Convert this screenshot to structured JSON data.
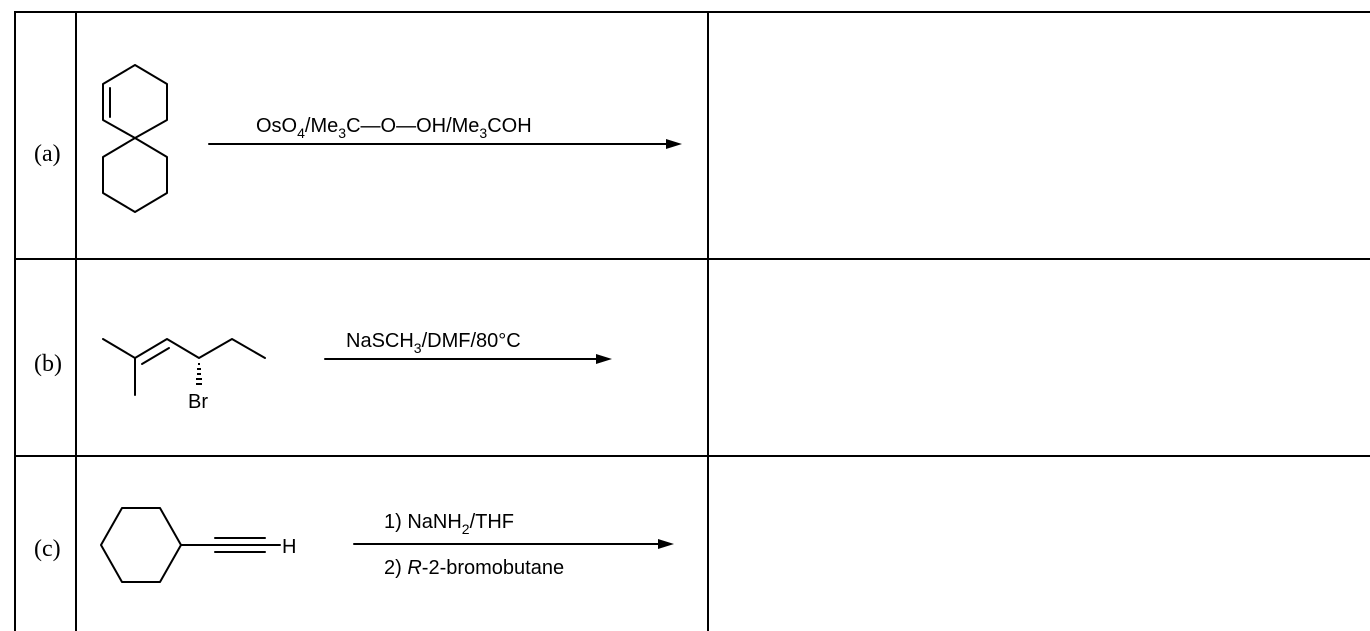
{
  "rows": [
    {
      "label": "(a)",
      "reagent": {
        "parts": [
          "OsO",
          "4",
          "/Me",
          "3",
          "C—O—OH/Me",
          "3",
          "COH"
        ]
      }
    },
    {
      "label": "(b)",
      "substituent": "Br",
      "reagent": {
        "parts": [
          "NaSCH",
          "3",
          "/DMF/80°C"
        ]
      }
    },
    {
      "label": "(c)",
      "terminal_atom": "H",
      "reagent_line1": {
        "parts": [
          "1) NaNH",
          "2",
          "/THF"
        ]
      },
      "reagent_line2": {
        "italic": "R",
        "rest": "-2-bromobutane"
      }
    }
  ]
}
